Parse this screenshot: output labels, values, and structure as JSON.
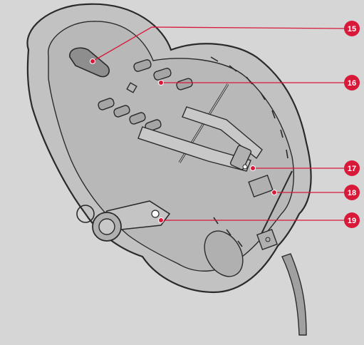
{
  "colors": {
    "background": "#d6d6d6",
    "seat_fill": "#c2c2c2",
    "seat_inner": "#b5b5b5",
    "outline": "#2a2a2a",
    "callout": "#d8193a",
    "badge_text": "#ffffff"
  },
  "callouts": [
    {
      "number": "15",
      "target": "foot-pedal-slot"
    },
    {
      "number": "16",
      "target": "seat-shell-belt-slot"
    },
    {
      "number": "17",
      "target": "strap-buckle"
    },
    {
      "number": "18",
      "target": "belt-tensioner-latch"
    },
    {
      "number": "19",
      "target": "isofix-connector"
    }
  ]
}
